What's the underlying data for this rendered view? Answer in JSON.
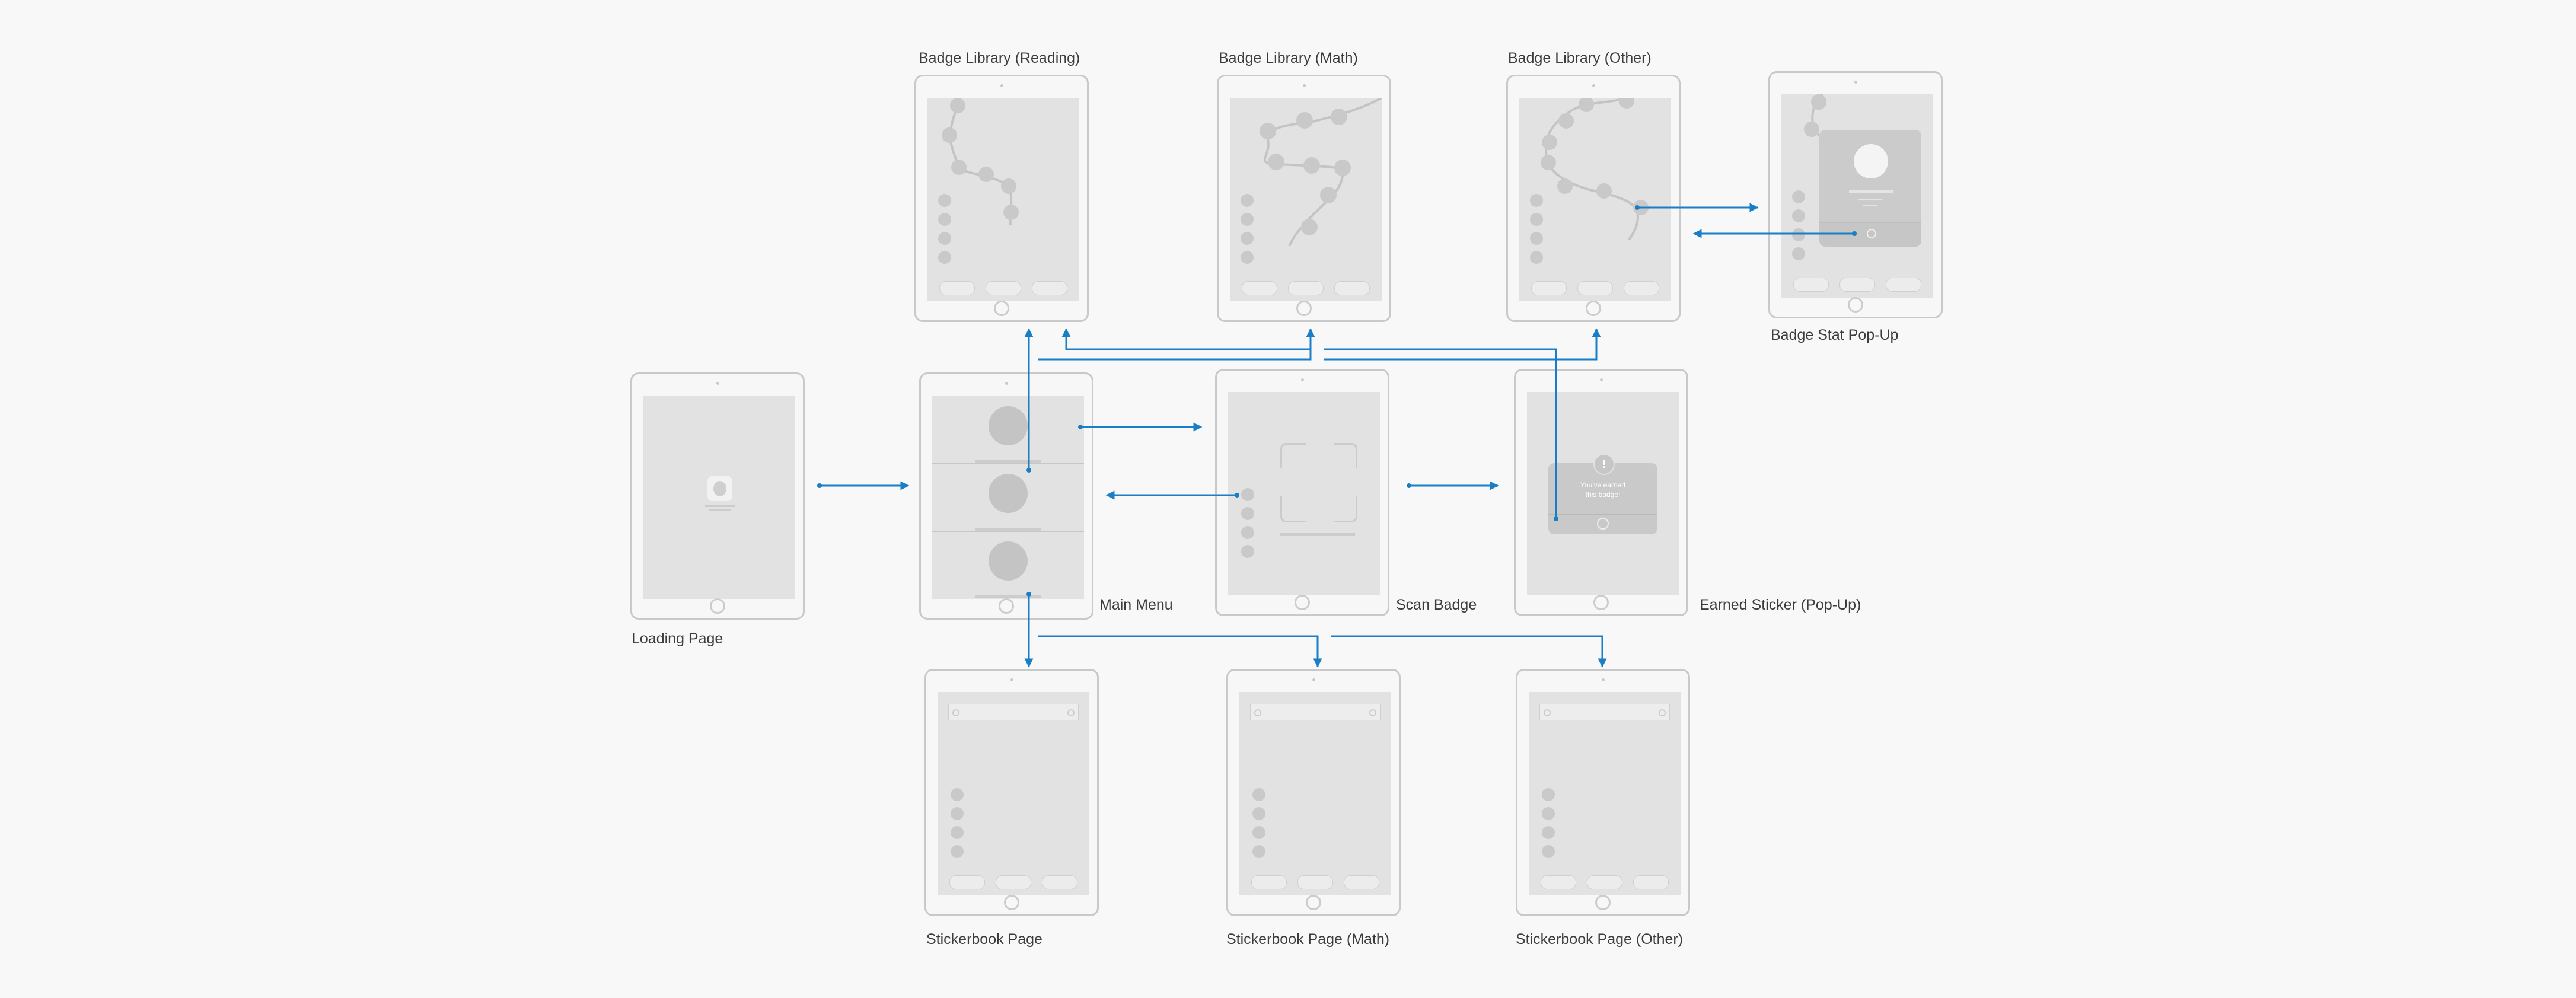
{
  "labels": {
    "loading": "Loading Page",
    "main_menu": "Main Menu",
    "scan_badge": "Scan Badge",
    "earned_sticker": "Earned Sticker (Pop-Up)",
    "badge_reading": "Badge Library (Reading)",
    "badge_math": "Badge Library (Math)",
    "badge_other": "Badge Library (Other)",
    "badge_stat": "Badge Stat Pop-Up",
    "stickerbook": "Stickerbook Page",
    "stickerbook_math": "Stickerbook Page (Math)",
    "stickerbook_other": "Stickerbook Page (Other)"
  },
  "popup": {
    "earned_line1": "You've earned",
    "earned_line2": "this badge!",
    "exclaim": "!"
  },
  "colors": {
    "arrow": "#1a7ec7",
    "device_border": "#c9c9c9",
    "screen": "#e2e2e2",
    "background": "#f8f8f8"
  }
}
